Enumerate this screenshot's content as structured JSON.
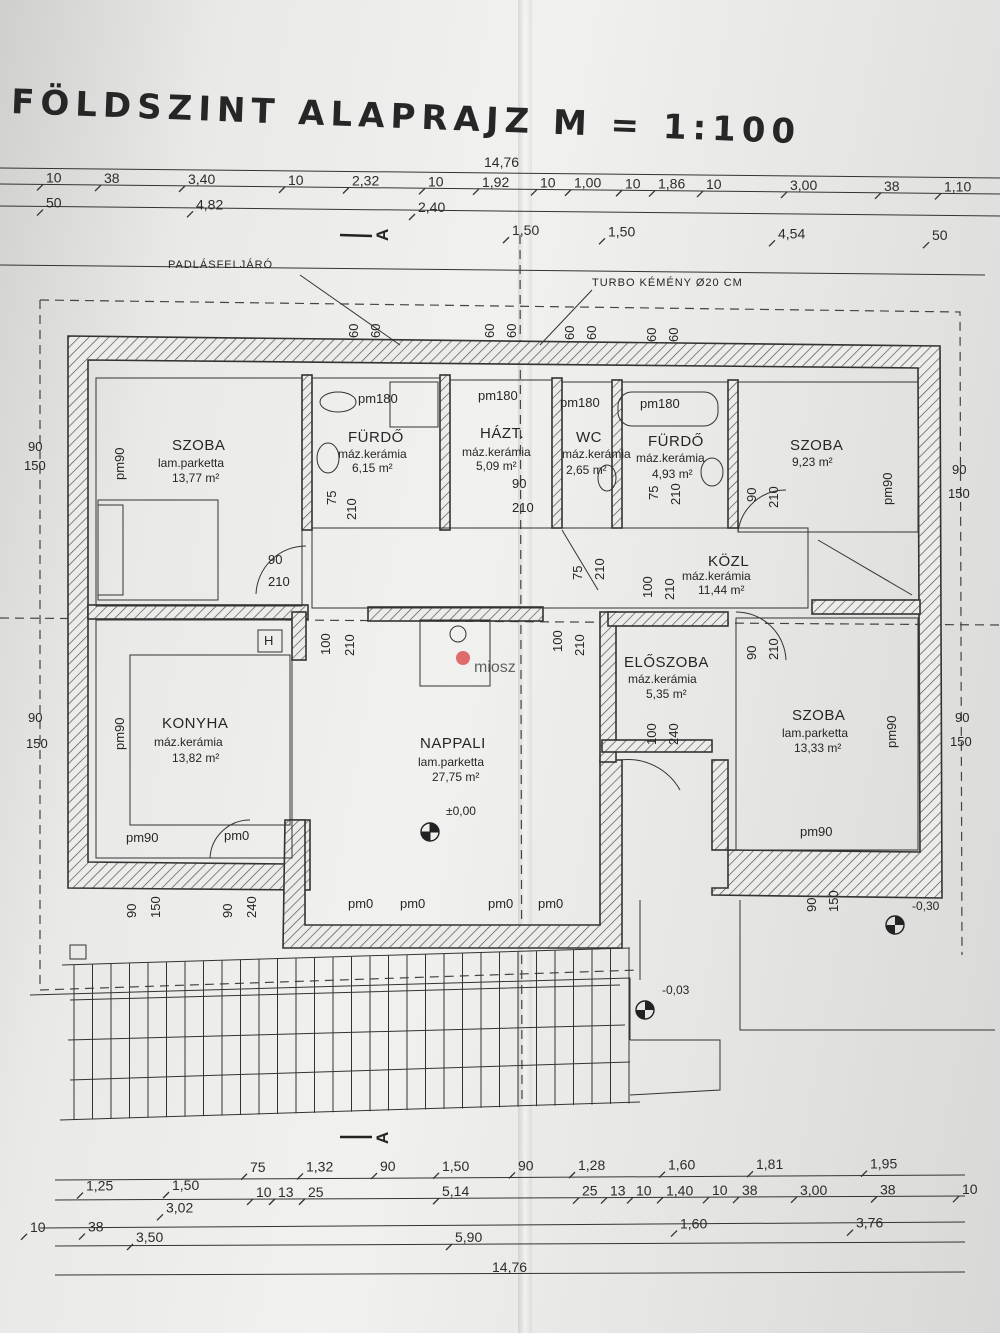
{
  "title": "FÖLDSZINT ALAPRAJZ  M = 1:100",
  "notes": {
    "attic": "PADLÁSFELJÁRÓ",
    "chimney": "TURBO KÉMÉNY Ø20 CM",
    "section_marker": "A",
    "watermark": "miosz"
  },
  "rooms": [
    {
      "name": "SZOBA",
      "floor": "lam.parketta",
      "area": "13,77 m²"
    },
    {
      "name": "FÜRDŐ",
      "floor": "máz.kerámia",
      "area": "6,15 m²"
    },
    {
      "name": "HÁZT.",
      "floor": "máz.kerámia",
      "area": "5,09 m²"
    },
    {
      "name": "WC",
      "floor": "máz.kerámia",
      "area": "2,65 m²"
    },
    {
      "name": "FÜRDŐ",
      "floor": "máz.kerámia",
      "area": "4,93 m²"
    },
    {
      "name": "SZOBA",
      "floor": "",
      "area": "9,23 m²"
    },
    {
      "name": "KÖZL",
      "floor": "máz.kerámia",
      "area": "11,44 m²"
    },
    {
      "name": "KONYHA",
      "floor": "máz.kerámia",
      "area": "13,82 m²"
    },
    {
      "name": "NAPPALI",
      "floor": "lam.parketta",
      "area": "27,75 m²"
    },
    {
      "name": "ELŐSZOBA",
      "floor": "máz.kerámia",
      "area": "5,35 m²"
    },
    {
      "name": "SZOBA",
      "floor": "lam.parketta",
      "area": "13,33 m²"
    }
  ],
  "levels": {
    "main": "±0,00",
    "terrace": "-0,03",
    "outside": "-0,30"
  },
  "dims_top": {
    "total": "14,76",
    "row1": [
      "10",
      "38",
      "3,40",
      "10",
      "2,32",
      "10",
      "1,92",
      "10",
      "1,00",
      "10",
      "1,86",
      "10",
      "3,00",
      "38",
      "1,10"
    ],
    "row2": [
      "50",
      "4,82",
      "2,40",
      "1,50",
      "1,50",
      "4,54",
      "50"
    ]
  },
  "dims_bottom": {
    "row1": [
      "1,25",
      "1,50",
      "75",
      "1,32",
      "90",
      "1,50",
      "90",
      "1,28",
      "1,60",
      "1,81",
      "1,95"
    ],
    "row2": [
      "3,02",
      "10",
      "13",
      "25",
      "5,14",
      "25",
      "13",
      "10",
      "1,40",
      "10",
      "38",
      "3,00",
      "38",
      "10"
    ],
    "row3": [
      "10",
      "38",
      "1,60",
      "3,76"
    ],
    "row4": [
      "3,50",
      "5,90"
    ],
    "total": "14,76"
  },
  "openings": {
    "pm180": "pm180",
    "pm90": "pm90",
    "pm0": "pm0",
    "d90": "90",
    "d150": "150",
    "d60": "60",
    "d210": "210",
    "d100": "100",
    "d75": "75",
    "d240": "240",
    "d10": "10"
  }
}
